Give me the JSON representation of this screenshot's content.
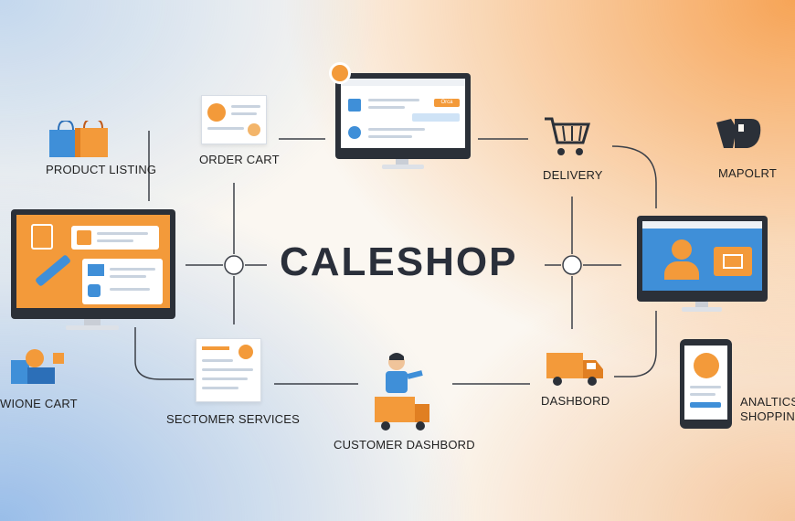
{
  "title": "CALESHOP",
  "nodes": {
    "product_listing": "PRODUCT LISTING",
    "order_cart": "ORDER CART",
    "delivery": "DELIVERY",
    "mapolrt": "MAPOLRT",
    "wione_cart": "WIONE CART",
    "sectomer_services": "SECTOMER SERVICES",
    "customer_dashbord": "CUSTOMER DASHBORD",
    "dashbord": "DASHBORD",
    "analtics_line1": "ANALTICS",
    "analtics_line2": "SHOPPIN"
  },
  "screen_text": {
    "order_button": "Orca"
  },
  "colors": {
    "accent_orange": "#f39a3a",
    "accent_blue": "#3f8fd8",
    "dark": "#2b3038"
  }
}
